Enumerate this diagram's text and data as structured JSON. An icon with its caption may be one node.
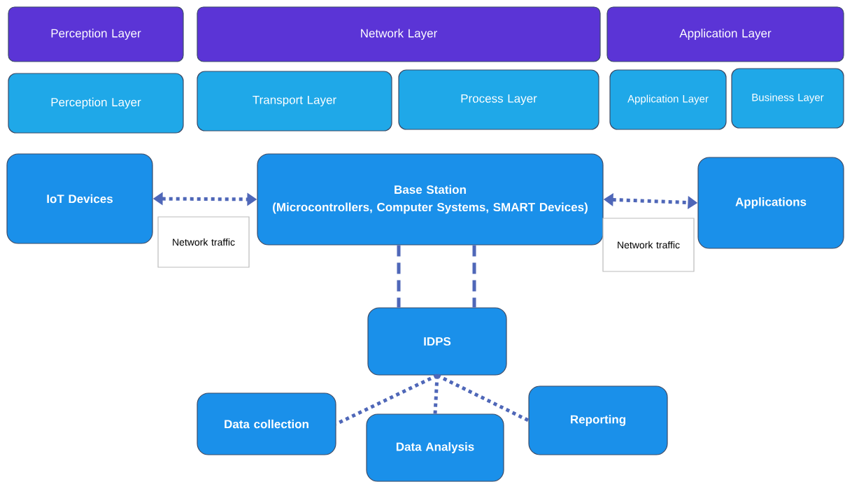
{
  "diagram": {
    "nodes": [
      {
        "text": [
          "Perception Layer"
        ]
      },
      {
        "text": [
          "Network Layer"
        ]
      },
      {
        "text": [
          "Application Layer"
        ]
      },
      {
        "text": [
          "Perception Layer"
        ]
      },
      {
        "text": [
          "Transport Layer"
        ]
      },
      {
        "text": [
          "Process Layer"
        ]
      },
      {
        "text": [
          "Application Layer"
        ]
      },
      {
        "text": [
          "Business Layer"
        ]
      },
      {
        "text": [
          "IoT Devices"
        ]
      },
      {
        "text": [
          "Base Station",
          "(Microcontrollers, Computer Systems, SMART Devices)"
        ]
      },
      {
        "text": [
          "Applications"
        ]
      },
      {
        "text": [
          "Network traffic"
        ]
      },
      {
        "text": [
          "Network traffic"
        ]
      },
      {
        "text": [
          "IDPS"
        ]
      },
      {
        "text": [
          "Data collection"
        ]
      },
      {
        "text": [
          "Data Analysis"
        ]
      },
      {
        "text": [
          "Reporting"
        ]
      }
    ],
    "edges": [
      {
        "from": 8,
        "to": 9,
        "arrow": "both"
      },
      {
        "from": 9,
        "to": 10,
        "arrow": "both"
      },
      {
        "from": 9,
        "to": 13,
        "arrow": "none",
        "style": "dashed"
      },
      {
        "from": 9,
        "to": 13,
        "arrow": "none",
        "style": "dashed"
      },
      {
        "from": 13,
        "to": 14,
        "arrow": "none"
      },
      {
        "from": 13,
        "to": 15,
        "arrow": "none"
      },
      {
        "from": 13,
        "to": 16,
        "arrow": "none"
      }
    ]
  }
}
